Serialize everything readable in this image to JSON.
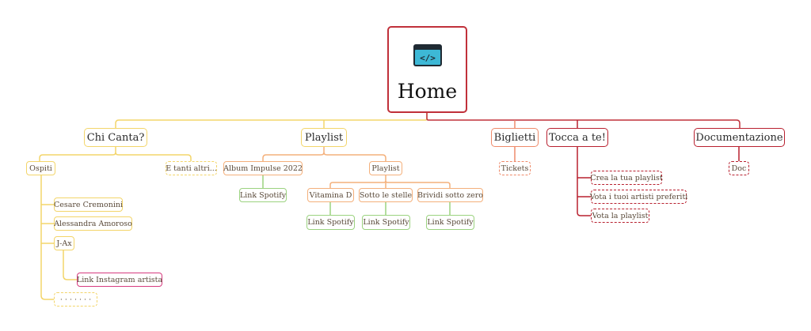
{
  "root": {
    "label": "Home",
    "icon": "code-window-icon"
  },
  "branches": {
    "chi_canta": {
      "label": "Chi Canta?",
      "ospiti": {
        "label": "Ospiti",
        "items": [
          "Cesare Cremonini",
          "Alessandra Amoroso",
          "J-Ax",
          "· · · · · · ·"
        ],
        "jax_link": "Link Instagram artista"
      },
      "altri": "E tanti altri..."
    },
    "playlist": {
      "label": "Playlist",
      "album": {
        "label": "Album Impulse 2022",
        "link": "Link Spotify"
      },
      "playlist": {
        "label": "Playlist",
        "songs": [
          {
            "label": "Vitamina D",
            "link": "Link Spotify"
          },
          {
            "label": "Sotto le stelle",
            "link": "Link Spotify"
          },
          {
            "label": "Brividi sotto zero",
            "link": "Link Spotify"
          }
        ]
      }
    },
    "biglietti": {
      "label": "Biglietti",
      "child": "Tickets"
    },
    "tocca": {
      "label": "Tocca a te!",
      "children": [
        "Crea la tua playlist",
        "Vota i tuoi artisti preferiti",
        "Vota la playlist"
      ]
    },
    "documentazione": {
      "label": "Documentazione",
      "child": "Doc"
    }
  },
  "colors": {
    "root": "#c0303a",
    "yellow": "#f3d56a",
    "orange": "#f4b07b",
    "salmon": "#ee8a6a",
    "red": "#b8202f",
    "green": "#9bd27f",
    "pink": "#d63a7e",
    "icon_fill": "#3db8d6",
    "icon_dark": "#1f2a33"
  }
}
